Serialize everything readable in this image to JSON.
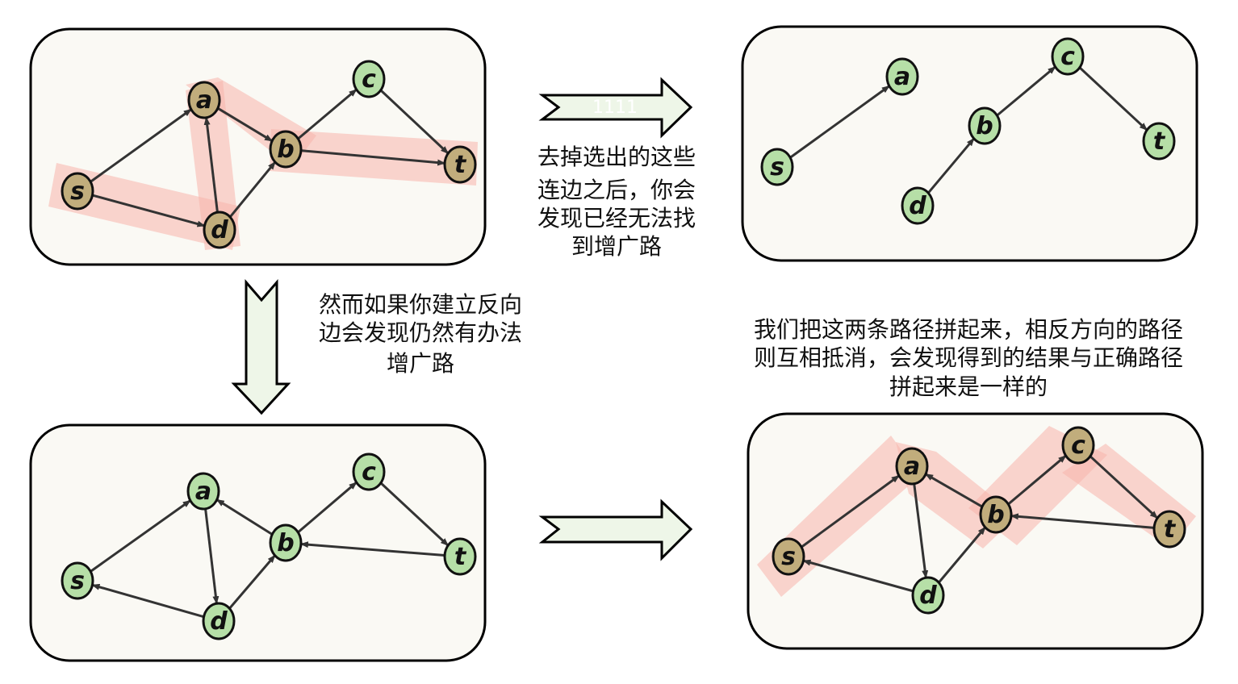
{
  "colors": {
    "panel_fill": "#faf9f4",
    "panel_stroke": "#000000",
    "node_green": "#b6dfa7",
    "node_highlight": "#c1ad7c",
    "node_stroke": "#111111",
    "edge": "#333333",
    "highlight_band": "#f8b4ac",
    "arrow_fill": "#eef6e8"
  },
  "panels": [
    {
      "id": "top-left",
      "nodes": [
        {
          "id": "s",
          "label": "s",
          "highlight": true
        },
        {
          "id": "a",
          "label": "a",
          "highlight": true
        },
        {
          "id": "b",
          "label": "b",
          "highlight": true
        },
        {
          "id": "c",
          "label": "c",
          "highlight": false
        },
        {
          "id": "d",
          "label": "d",
          "highlight": true
        },
        {
          "id": "t",
          "label": "t",
          "highlight": true
        }
      ],
      "edges": [
        [
          "s",
          "a"
        ],
        [
          "s",
          "d"
        ],
        [
          "d",
          "a"
        ],
        [
          "a",
          "b"
        ],
        [
          "d",
          "b"
        ],
        [
          "b",
          "c"
        ],
        [
          "c",
          "t"
        ],
        [
          "b",
          "t"
        ]
      ]
    },
    {
      "id": "top-right",
      "nodes": [
        {
          "id": "s",
          "label": "s",
          "highlight": false
        },
        {
          "id": "a",
          "label": "a",
          "highlight": false
        },
        {
          "id": "b",
          "label": "b",
          "highlight": false
        },
        {
          "id": "c",
          "label": "c",
          "highlight": false
        },
        {
          "id": "d",
          "label": "d",
          "highlight": false
        },
        {
          "id": "t",
          "label": "t",
          "highlight": false
        }
      ],
      "edges": [
        [
          "s",
          "a"
        ],
        [
          "d",
          "b"
        ],
        [
          "b",
          "c"
        ],
        [
          "c",
          "t"
        ]
      ]
    },
    {
      "id": "bottom-left",
      "nodes": [
        {
          "id": "s",
          "label": "s",
          "highlight": false
        },
        {
          "id": "a",
          "label": "a",
          "highlight": false
        },
        {
          "id": "b",
          "label": "b",
          "highlight": false
        },
        {
          "id": "c",
          "label": "c",
          "highlight": false
        },
        {
          "id": "d",
          "label": "d",
          "highlight": false
        },
        {
          "id": "t",
          "label": "t",
          "highlight": false
        }
      ],
      "edges": [
        [
          "s",
          "a"
        ],
        [
          "d",
          "s"
        ],
        [
          "a",
          "d"
        ],
        [
          "b",
          "a"
        ],
        [
          "d",
          "b"
        ],
        [
          "b",
          "c"
        ],
        [
          "c",
          "t"
        ],
        [
          "t",
          "b"
        ]
      ]
    },
    {
      "id": "bottom-right",
      "nodes": [
        {
          "id": "s",
          "label": "s",
          "highlight": true
        },
        {
          "id": "a",
          "label": "a",
          "highlight": true
        },
        {
          "id": "b",
          "label": "b",
          "highlight": true
        },
        {
          "id": "c",
          "label": "c",
          "highlight": true
        },
        {
          "id": "d",
          "label": "d",
          "highlight": false
        },
        {
          "id": "t",
          "label": "t",
          "highlight": true
        }
      ],
      "edges": [
        [
          "s",
          "a"
        ],
        [
          "d",
          "s"
        ],
        [
          "a",
          "d"
        ],
        [
          "b",
          "a"
        ],
        [
          "d",
          "b"
        ],
        [
          "b",
          "c"
        ],
        [
          "c",
          "t"
        ],
        [
          "t",
          "b"
        ]
      ]
    }
  ],
  "captions": {
    "remove_edges": [
      "去掉选出的这些",
      "连边之后，你会",
      "发现已经无法找",
      "到增广路"
    ],
    "reverse_edges": [
      "然而如果你建立反向",
      "边会发现仍然有办法",
      "增广路"
    ],
    "combine_paths": [
      "我们把这两条路径拼起来，相反方向的路径",
      "则互相抵消，会发现得到的结果与正确路径",
      "拼起来是一样的"
    ]
  },
  "arrow_text": "1111"
}
